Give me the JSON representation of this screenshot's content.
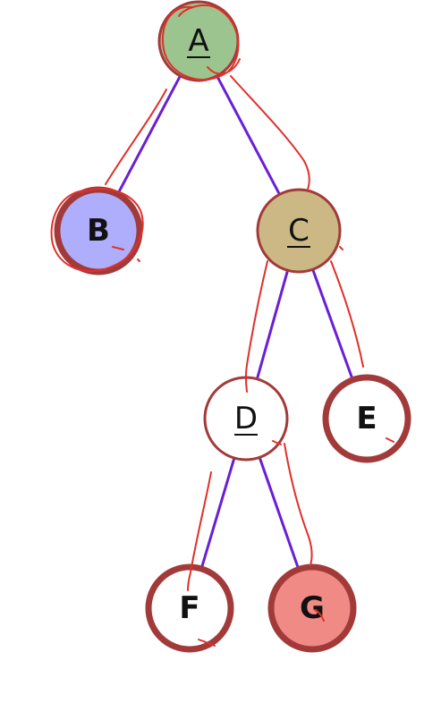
{
  "nodes": [
    {
      "id": "A",
      "label": "A",
      "fill": "#9cc48e",
      "stroke": "#a33a3a",
      "bold": false,
      "underline": true
    },
    {
      "id": "B",
      "label": "B",
      "fill": "#aeaefc",
      "stroke": "#a33a3a",
      "bold": true,
      "underline": false
    },
    {
      "id": "C",
      "label": "C",
      "fill": "#cbb884",
      "stroke": "#a33a3a",
      "bold": false,
      "underline": true
    },
    {
      "id": "D",
      "label": "D",
      "fill": "#ffffff",
      "stroke": "#a33a3a",
      "bold": false,
      "underline": true
    },
    {
      "id": "E",
      "label": "E",
      "fill": "#ffffff",
      "stroke": "#a33a3a",
      "bold": true,
      "underline": false
    },
    {
      "id": "F",
      "label": "F",
      "fill": "#ffffff",
      "stroke": "#a33a3a",
      "bold": true,
      "underline": false
    },
    {
      "id": "G",
      "label": "G",
      "fill": "#f08a84",
      "stroke": "#a33a3a",
      "bold": true,
      "underline": false
    }
  ],
  "edges": [
    {
      "from": "A",
      "to": "B"
    },
    {
      "from": "A",
      "to": "C"
    },
    {
      "from": "C",
      "to": "D"
    },
    {
      "from": "C",
      "to": "E"
    },
    {
      "from": "D",
      "to": "F"
    },
    {
      "from": "D",
      "to": "G"
    }
  ],
  "colors": {
    "edge": "#6a1fd6",
    "annotation": "#e0302a"
  }
}
